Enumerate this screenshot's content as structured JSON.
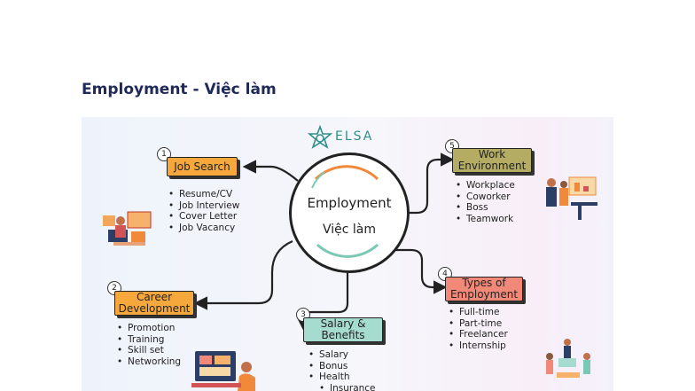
{
  "page_title": "Employment - Việc làm",
  "logo_text": "ELSA",
  "hub": {
    "line1": "Employment",
    "line2": "Việc làm"
  },
  "colors": {
    "title": "#1f2a5a",
    "job_search": "#f6a83c",
    "career_development": "#f6a83c",
    "salary_benefits": "#a6dcd0",
    "types_of_employment": "#f28878",
    "work_environment": "#b3ac62",
    "hub_ring_accent": "#f08a3a",
    "hub_ring_teal": "#79c9b4"
  },
  "nodes": [
    {
      "number": "1",
      "label": "Job Search",
      "items": [
        "Resume/CV",
        "Job Interview",
        "Cover Letter",
        "Job Vacancy"
      ]
    },
    {
      "number": "2",
      "label": "Career Development",
      "items": [
        "Promotion",
        "Training",
        "Skill set",
        "Networking"
      ]
    },
    {
      "number": "3",
      "label": "Salary & Benefits",
      "items": [
        "Salary",
        "Bonus",
        "Health",
        "Insurance"
      ]
    },
    {
      "number": "4",
      "label": "Types of Employment",
      "items": [
        "Full-time",
        "Part-time",
        "Freelancer",
        "Internship"
      ]
    },
    {
      "number": "5",
      "label": "Work Environment",
      "items": [
        "Workplace",
        "Coworker",
        "Boss",
        "Teamwork"
      ]
    }
  ],
  "icons": [
    "elsa-logo-icon",
    "job-search-illustration",
    "career-development-illustration",
    "work-environment-illustration",
    "teamwork-illustration"
  ]
}
